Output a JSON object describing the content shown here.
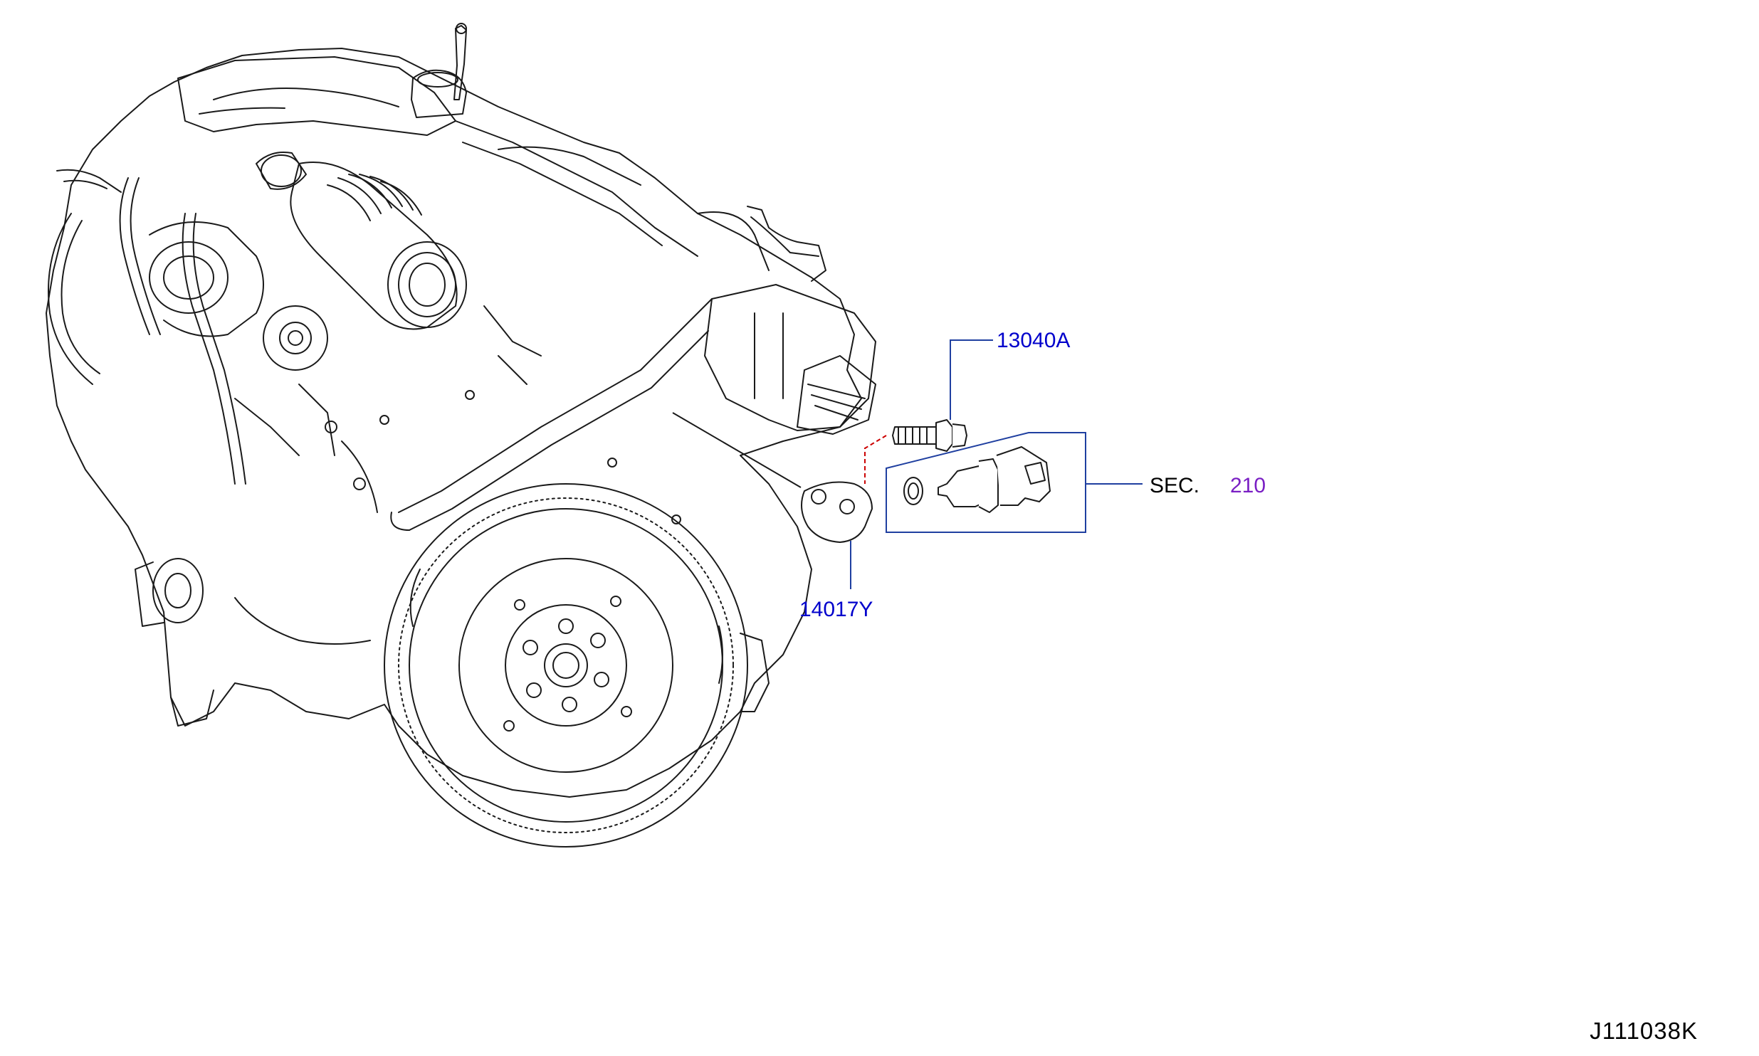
{
  "callouts": {
    "bolt": {
      "label": "13040A"
    },
    "gasket": {
      "label": "14017Y"
    },
    "section": {
      "prefix": "SEC.",
      "number": "210"
    }
  },
  "diagram_ref": "J111038K",
  "colors": {
    "line": "#1a1a1a",
    "callout_text": "#0000cc",
    "leader": "#1f3fa0",
    "section_number": "#7a1fc4",
    "dashed_red": "#cc0000",
    "black_text": "#000000"
  }
}
